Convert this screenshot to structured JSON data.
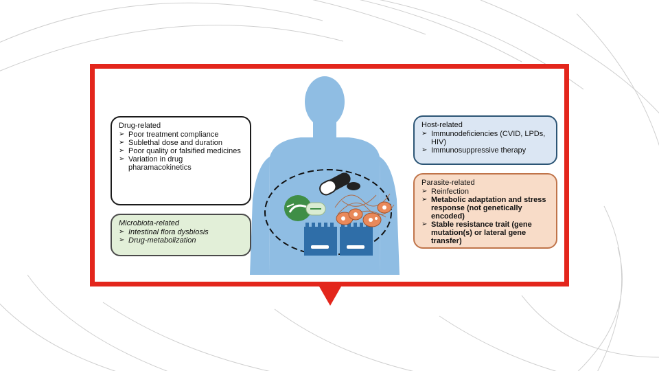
{
  "diagram": {
    "drug_related": {
      "title": "Drug-related",
      "items": [
        "Poor treatment compliance",
        "Sublethal dose and duration",
        "Poor quality or falsified medicines",
        "Variation in drug pharamacokinetics"
      ]
    },
    "microbiota_related": {
      "title": "Microbiota-related",
      "items": [
        "Intestinal flora dysbiosis",
        "Drug-metabolization"
      ]
    },
    "host_related": {
      "title": "Host-related",
      "items": [
        "Immunodeficiencies (CVID, LPDs, HIV)",
        "Immunosuppressive therapy"
      ]
    },
    "parasite_related": {
      "title": "Parasite-related",
      "items": [
        "Reinfection",
        "Metabolic adaptation and stress response (not genetically encoded)",
        "Stable resistance trait (gene mutation(s) or lateral gene transfer)"
      ]
    }
  },
  "colors": {
    "frame": "#e3261c",
    "silhouette": "#8fbde3",
    "host_box": "#dbe6f3",
    "parasite_box": "#f8dcc8",
    "microbiota_box": "#e2efd8",
    "intestine": "#2f6ea8",
    "microbe": "#3f8e46",
    "parasite": "#e9895a"
  }
}
